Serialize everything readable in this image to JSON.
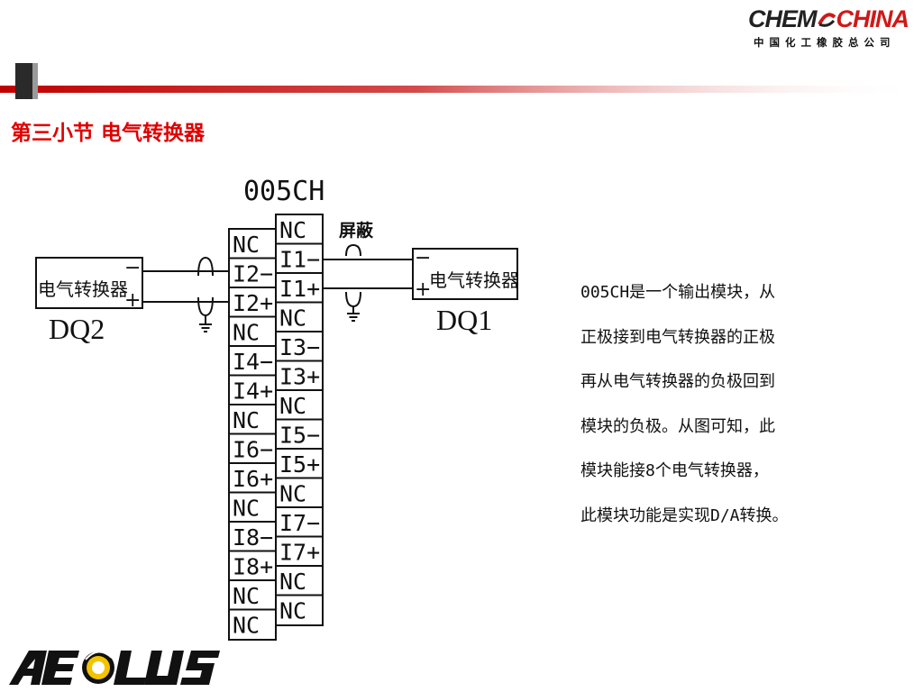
{
  "brand": {
    "name_part1": "CHEM",
    "name_part2": "CHINA",
    "subtitle": "中国化工橡胶总公司",
    "bottom_logo": "AEOLUS"
  },
  "slide": {
    "title": "第三小节 电气转换器"
  },
  "diagram": {
    "module_label": "005CH",
    "shield_label": "屏蔽",
    "left_device": {
      "label": "电气转换器",
      "tag": "DQ2",
      "minus": "−",
      "plus": "+"
    },
    "right_device": {
      "label": "电气转换器",
      "tag": "DQ1",
      "minus": "−",
      "plus": "+"
    },
    "left_column": [
      "NC",
      "I2−",
      "I2+",
      "NC",
      "I4−",
      "I4+",
      "NC",
      "I6−",
      "I6+",
      "NC",
      "I8−",
      "I8+",
      "NC",
      "NC"
    ],
    "right_column": [
      "NC",
      "I1−",
      "I1+",
      "NC",
      "I3−",
      "I3+",
      "NC",
      "I5−",
      "I5+",
      "NC",
      "I7−",
      "I7+",
      "NC",
      "NC"
    ]
  },
  "description": {
    "lines": [
      "005CH是一个输出模块，从",
      "正极接到电气转换器的正极",
      "再从电气转换器的负极回到",
      "模块的负极。从图可知，此",
      "模块能接8个电气转换器，",
      "此模块功能是实现D/A转换。"
    ]
  }
}
